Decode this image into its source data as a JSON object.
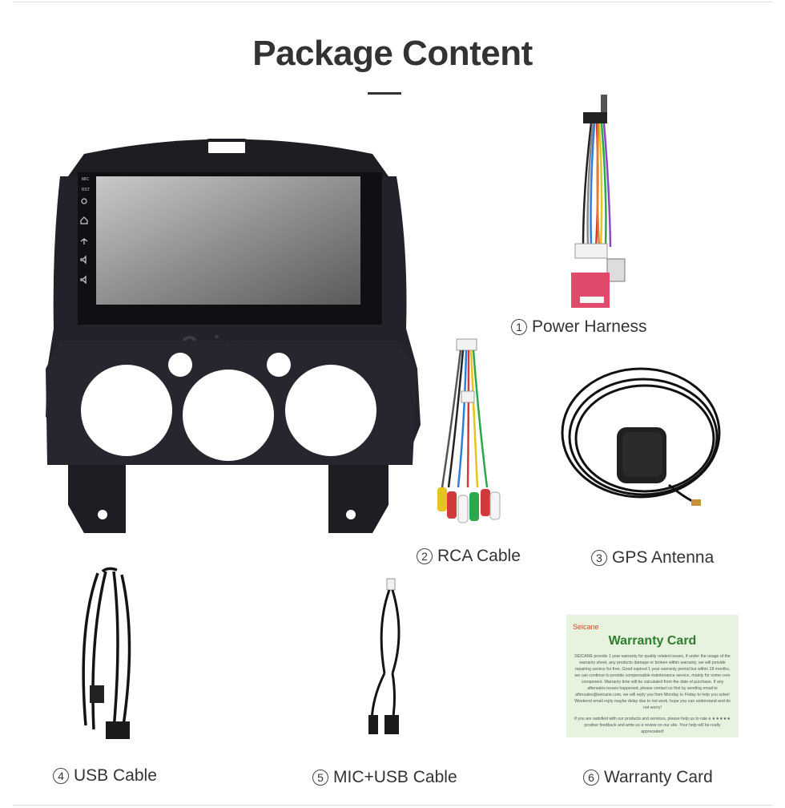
{
  "title": "Package Content",
  "items": [
    {
      "number": "1",
      "label": "Power Harness"
    },
    {
      "number": "2",
      "label": "RCA Cable"
    },
    {
      "number": "3",
      "label": "GPS Antenna"
    },
    {
      "number": "4",
      "label": "USB Cable"
    },
    {
      "number": "5",
      "label": "MIC+USB Cable"
    },
    {
      "number": "6",
      "label": "Warranty Card"
    }
  ],
  "unit": {
    "watermark": "Seicane",
    "side_labels": [
      "MIC",
      "RST"
    ]
  },
  "warranty_card": {
    "brand": "Seicane",
    "title": "Warranty Card",
    "body": "SEICANE provide 1 year warranty for quality related issues, if under the usage of the warranty sheet, any products damage or broken within warranty, we will provide repairing service for free. Good expired 1 year warranty period but within 18 months, we can continue to provide compensable maintenance service, mainly for some core component. Warranty time will be calculated from the date of purchase. If any aftersales issues happened, please contact us first by sending email to aftersales@seicane.com, we will reply you from Monday to Friday to help you solve! Weekend email reply maybe delay due to not work, hope you can understand and do not worry!",
    "footer": "If you are satisfied with our products and services, please help us to rate a ★★★★★ positive feedback and write us a review on our site. Your help will be really appreciated!"
  }
}
